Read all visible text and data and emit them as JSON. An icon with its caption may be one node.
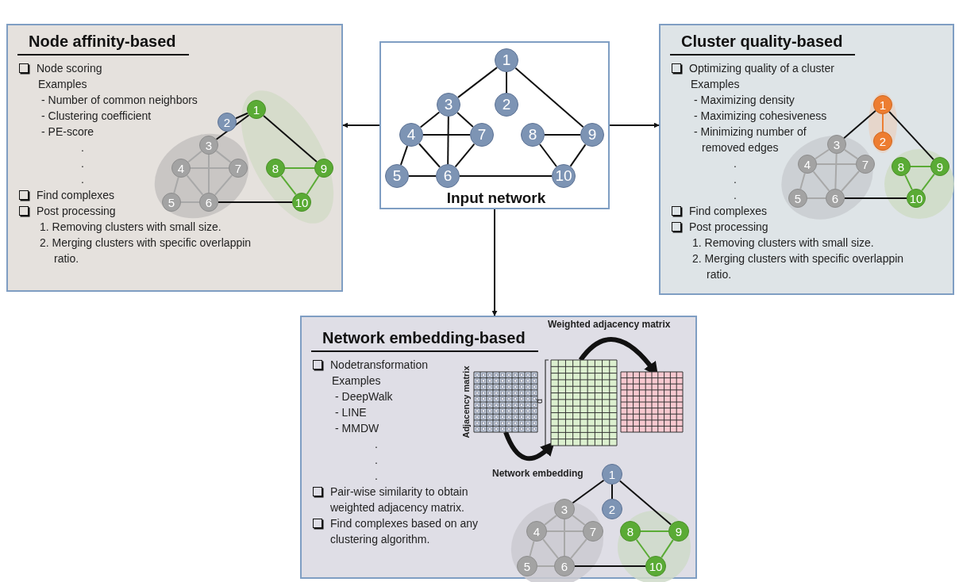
{
  "diagram": {
    "nodes": [
      {
        "text": [
          "Node affinity-based",
          "Node scoring",
          "Examples",
          "- Number of common neighbors",
          "- Clustering coefficient",
          "- PE-score",
          ".",
          ".",
          ".",
          "Find complexes",
          "Post processing",
          "1. Removing clusters with small size.",
          "2. Merging clusters with specific overlappin ratio."
        ]
      },
      {
        "text": [
          "1"
        ],
        "in": 0
      },
      {
        "text": [
          "2"
        ],
        "in": 0
      },
      {
        "text": [
          "3"
        ],
        "in": 0
      },
      {
        "text": [
          "4"
        ],
        "in": 0
      },
      {
        "text": [
          "5"
        ],
        "in": 0
      },
      {
        "text": [
          "6"
        ],
        "in": 0
      },
      {
        "text": [
          "7"
        ],
        "in": 0
      },
      {
        "text": [
          "8"
        ],
        "in": 0
      },
      {
        "text": [
          "9"
        ],
        "in": 0
      },
      {
        "text": [
          "10"
        ],
        "in": 0
      },
      {
        "text": [
          "Input network"
        ]
      },
      {
        "text": [
          "1"
        ],
        "in": 11
      },
      {
        "text": [
          "2"
        ],
        "in": 11
      },
      {
        "text": [
          "3"
        ],
        "in": 11
      },
      {
        "text": [
          "4"
        ],
        "in": 11
      },
      {
        "text": [
          "5"
        ],
        "in": 11
      },
      {
        "text": [
          "6"
        ],
        "in": 11
      },
      {
        "text": [
          "7"
        ],
        "in": 11
      },
      {
        "text": [
          "8"
        ],
        "in": 11
      },
      {
        "text": [
          "9"
        ],
        "in": 11
      },
      {
        "text": [
          "10"
        ],
        "in": 11
      },
      {
        "text": [
          "Cluster quality-based",
          "Optimizing quality of a cluster",
          "Examples",
          "- Maximizing density",
          "- Maximizing cohesiveness",
          "- Minimizing number of removed edges",
          ".",
          ".",
          ".",
          "Find complexes",
          "Post processing",
          "1. Removing clusters with small size.",
          "2. Merging clusters with specific overlappin ratio."
        ]
      },
      {
        "text": [
          "1"
        ],
        "in": 22
      },
      {
        "text": [
          "2"
        ],
        "in": 22
      },
      {
        "text": [
          "3"
        ],
        "in": 22
      },
      {
        "text": [
          "4"
        ],
        "in": 22
      },
      {
        "text": [
          "5"
        ],
        "in": 22
      },
      {
        "text": [
          "6"
        ],
        "in": 22
      },
      {
        "text": [
          "7"
        ],
        "in": 22
      },
      {
        "text": [
          "8"
        ],
        "in": 22
      },
      {
        "text": [
          "9"
        ],
        "in": 22
      },
      {
        "text": [
          "10"
        ],
        "in": 22
      },
      {
        "text": [
          "Network embedding-based",
          "Nodetransformation",
          "Examples",
          "- DeepWalk",
          "- LINE",
          "- MMDW",
          ".",
          ".",
          ".",
          "Pair-wise similarity to obtain weighted adjacency matrix.",
          "Find complexes based on any clustering algorithm."
        ]
      },
      {
        "text": [],
        "shape": "picture",
        "in": 33,
        "beside": [
          "Adjacency matrix"
        ]
      },
      {
        "text": [],
        "shape": "picture",
        "in": 33
      },
      {
        "text": [],
        "shape": "picture",
        "in": 33
      },
      {
        "text": [
          "1"
        ],
        "in": 33
      },
      {
        "text": [
          "2"
        ],
        "in": 33
      },
      {
        "text": [
          "3"
        ],
        "in": 33
      },
      {
        "text": [
          "4"
        ],
        "in": 33
      },
      {
        "text": [
          "5"
        ],
        "in": 33
      },
      {
        "text": [
          "6"
        ],
        "in": 33
      },
      {
        "text": [
          "7"
        ],
        "in": 33
      },
      {
        "text": [
          "8"
        ],
        "in": 33
      },
      {
        "text": [
          "9"
        ],
        "in": 33
      },
      {
        "text": [
          "10"
        ],
        "in": 33
      }
    ],
    "edges": [
      {
        "from": 11,
        "to": 0,
        "arrow": "to"
      },
      {
        "from": 11,
        "to": 22,
        "arrow": "to"
      },
      {
        "from": 11,
        "to": 33,
        "arrow": "to"
      },
      {
        "from": 1,
        "to": 2,
        "arrow": "none"
      },
      {
        "from": 1,
        "to": 3,
        "arrow": "none"
      },
      {
        "from": 1,
        "to": 9,
        "arrow": "none"
      },
      {
        "from": 3,
        "to": 4,
        "arrow": "none",
        "color": "#a8a8a8"
      },
      {
        "from": 3,
        "to": 7,
        "arrow": "none",
        "color": "#a8a8a8"
      },
      {
        "from": 3,
        "to": 6,
        "arrow": "none",
        "color": "#a8a8a8"
      },
      {
        "from": 4,
        "to": 7,
        "arrow": "none",
        "color": "#a8a8a8"
      },
      {
        "from": 4,
        "to": 6,
        "arrow": "none",
        "color": "#a8a8a8"
      },
      {
        "from": 6,
        "to": 7,
        "arrow": "none",
        "color": "#a8a8a8"
      },
      {
        "from": 4,
        "to": 5,
        "arrow": "none",
        "color": "#a8a8a8"
      },
      {
        "from": 5,
        "to": 6,
        "arrow": "none",
        "color": "#a8a8a8"
      },
      {
        "from": 6,
        "to": 10,
        "arrow": "none"
      },
      {
        "from": 8,
        "to": 9,
        "arrow": "none",
        "color": "#5aab35"
      },
      {
        "from": 8,
        "to": 10,
        "arrow": "none",
        "color": "#5aab35"
      },
      {
        "from": 9,
        "to": 10,
        "arrow": "none",
        "color": "#5aab35"
      },
      {
        "from": 12,
        "to": 13,
        "arrow": "none"
      },
      {
        "from": 12,
        "to": 14,
        "arrow": "none"
      },
      {
        "from": 12,
        "to": 20,
        "arrow": "none"
      },
      {
        "from": 14,
        "to": 15,
        "arrow": "none"
      },
      {
        "from": 14,
        "to": 18,
        "arrow": "none"
      },
      {
        "from": 14,
        "to": 17,
        "arrow": "none"
      },
      {
        "from": 15,
        "to": 18,
        "arrow": "none"
      },
      {
        "from": 15,
        "to": 17,
        "arrow": "none"
      },
      {
        "from": 17,
        "to": 18,
        "arrow": "none"
      },
      {
        "from": 15,
        "to": 16,
        "arrow": "none"
      },
      {
        "from": 16,
        "to": 17,
        "arrow": "none"
      },
      {
        "from": 17,
        "to": 21,
        "arrow": "none"
      },
      {
        "from": 19,
        "to": 20,
        "arrow": "none"
      },
      {
        "from": 19,
        "to": 21,
        "arrow": "none"
      },
      {
        "from": 20,
        "to": 21,
        "arrow": "none"
      },
      {
        "from": 23,
        "to": 24,
        "arrow": "none",
        "color": "#ed7d31"
      },
      {
        "from": 23,
        "to": 25,
        "arrow": "none"
      },
      {
        "from": 23,
        "to": 31,
        "arrow": "none"
      },
      {
        "from": 25,
        "to": 26,
        "arrow": "none",
        "color": "#a8a8a8"
      },
      {
        "from": 25,
        "to": 29,
        "arrow": "none",
        "color": "#a8a8a8"
      },
      {
        "from": 25,
        "to": 28,
        "arrow": "none",
        "color": "#a8a8a8"
      },
      {
        "from": 26,
        "to": 29,
        "arrow": "none",
        "color": "#a8a8a8"
      },
      {
        "from": 26,
        "to": 28,
        "arrow": "none",
        "color": "#a8a8a8"
      },
      {
        "from": 28,
        "to": 29,
        "arrow": "none",
        "color": "#a8a8a8"
      },
      {
        "from": 26,
        "to": 27,
        "arrow": "none",
        "color": "#a8a8a8"
      },
      {
        "from": 27,
        "to": 28,
        "arrow": "none",
        "color": "#a8a8a8"
      },
      {
        "from": 28,
        "to": 32,
        "arrow": "none"
      },
      {
        "from": 30,
        "to": 31,
        "arrow": "none",
        "color": "#5aab35"
      },
      {
        "from": 30,
        "to": 32,
        "arrow": "none",
        "color": "#5aab35"
      },
      {
        "from": 31,
        "to": 32,
        "arrow": "none",
        "color": "#5aab35"
      },
      {
        "from": 37,
        "to": 38,
        "arrow": "none"
      },
      {
        "from": 37,
        "to": 39,
        "arrow": "none"
      },
      {
        "from": 37,
        "to": 45,
        "arrow": "none"
      },
      {
        "from": 39,
        "to": 40,
        "arrow": "none",
        "color": "#a8a8a8"
      },
      {
        "from": 39,
        "to": 43,
        "arrow": "none",
        "color": "#a8a8a8"
      },
      {
        "from": 39,
        "to": 42,
        "arrow": "none",
        "color": "#a8a8a8"
      },
      {
        "from": 40,
        "to": 43,
        "arrow": "none",
        "color": "#a8a8a8"
      },
      {
        "from": 40,
        "to": 42,
        "arrow": "none",
        "color": "#a8a8a8"
      },
      {
        "from": 42,
        "to": 43,
        "arrow": "none",
        "color": "#a8a8a8"
      },
      {
        "from": 40,
        "to": 41,
        "arrow": "none",
        "color": "#a8a8a8"
      },
      {
        "from": 41,
        "to": 42,
        "arrow": "none",
        "color": "#a8a8a8"
      },
      {
        "from": 42,
        "to": 46,
        "arrow": "none"
      },
      {
        "from": 44,
        "to": 45,
        "arrow": "none",
        "color": "#5aab35"
      },
      {
        "from": 44,
        "to": 46,
        "arrow": "none",
        "color": "#5aab35"
      },
      {
        "from": 45,
        "to": 46,
        "arrow": "none",
        "color": "#5aab35"
      },
      {
        "from": 34,
        "to": 35,
        "arrow": "to",
        "label": "Network embedding",
        "style": "thick"
      },
      {
        "from": 35,
        "to": 36,
        "arrow": "to",
        "label": "Weighted adjacency matrix",
        "style": "thick"
      }
    ],
    "labels": [
      "d"
    ]
  }
}
